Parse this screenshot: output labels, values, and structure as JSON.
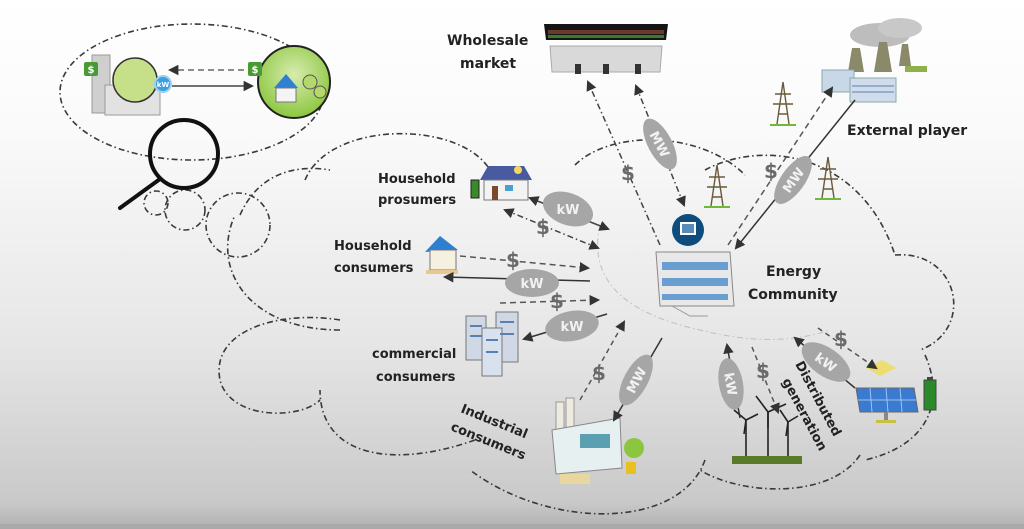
{
  "diagram": {
    "nodes": {
      "wholesale_market": {
        "label_line1": "Wholesale",
        "label_line2": "market"
      },
      "external_player": {
        "label": "External player"
      },
      "household_prosumers": {
        "label_line1": "Household",
        "label_line2": "prosumers"
      },
      "household_consumers": {
        "label_line1": "Household",
        "label_line2": "consumers"
      },
      "energy_community": {
        "label_line1": "Energy",
        "label_line2": "Community"
      },
      "commercial_consumers": {
        "label_line1": "commercial",
        "label_line2": "consumers"
      },
      "industrial_consumers": {
        "label_line1": "Industrial",
        "label_line2": "consumers"
      },
      "distributed_generation": {
        "label_line1": "Distributed",
        "label_line2": "generation"
      }
    },
    "flows": {
      "wholesale_power": "MW",
      "external_power": "MW",
      "prosumer_power": "kW",
      "consumer_power": "kW",
      "commercial_power": "kW",
      "industrial_power": "MW",
      "wind_power": "kW",
      "solar_power": "kW",
      "inset_power": "kW",
      "money_symbol": "$"
    },
    "colors": {
      "oval_fill": "#a6a6a6",
      "cloud_stroke": "#3a3a3a",
      "arrow_stroke": "#444444",
      "green": "#6fb83a",
      "blue": "#2f6fc0",
      "dark_blue": "#0e4c7e"
    }
  }
}
